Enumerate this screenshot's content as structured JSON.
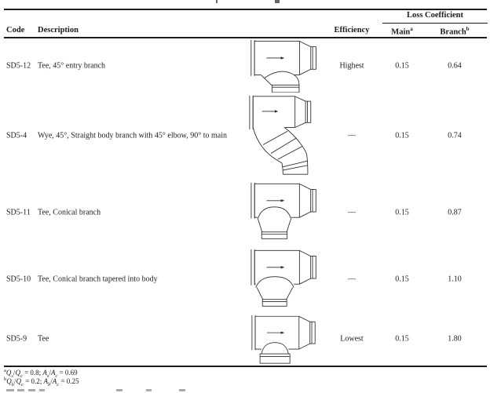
{
  "table": {
    "header": {
      "code": "Code",
      "description": "Description",
      "efficiency": "Efficiency",
      "loss_coefficient_group": "Loss Coefficient",
      "main": "Main",
      "main_footnote_marker": "a",
      "branch": "Branch",
      "branch_footnote_marker": "b"
    },
    "rows": [
      {
        "code": "SD5-12",
        "description": "Tee, 45° entry branch",
        "diagram": "tee-45-entry-branch-fitting-drawing",
        "efficiency": "Highest",
        "main_loss_coefficient": "0.15",
        "branch_loss_coefficient": "0.64"
      },
      {
        "code": "SD5-4",
        "description": "Wye, 45°, Straight body branch with 45° elbow, 90° to main",
        "diagram": "wye-45-straight-body-branch-with-elbow-fitting-drawing",
        "efficiency": "—",
        "main_loss_coefficient": "0.15",
        "branch_loss_coefficient": "0.74"
      },
      {
        "code": "SD5-11",
        "description": "Tee, Conical branch",
        "diagram": "tee-conical-branch-fitting-drawing",
        "efficiency": "—",
        "main_loss_coefficient": "0.15",
        "branch_loss_coefficient": "0.87"
      },
      {
        "code": "SD5-10",
        "description": "Tee, Conical branch tapered into body",
        "diagram": "tee-conical-branch-tapered-into-body-fitting-drawing",
        "efficiency": "—",
        "main_loss_coefficient": "0.15",
        "branch_loss_coefficient": "1.10"
      },
      {
        "code": "SD5-9",
        "description": "Tee",
        "diagram": "tee-fitting-drawing",
        "efficiency": "Lowest",
        "main_loss_coefficient": "0.15",
        "branch_loss_coefficient": "1.80"
      }
    ],
    "footnotes": [
      {
        "marker": "a",
        "q1": "Q",
        "q1sub": "s",
        "slash1": "/",
        "q2": "Q",
        "q2sub": "c",
        "eq1": " = 0.8; ",
        "a1": "A",
        "a1sub": "s",
        "slash2": "/",
        "a2": "A",
        "a2sub": "c",
        "eq2": " = 0.69"
      },
      {
        "marker": "b",
        "q1": "Q",
        "q1sub": "b",
        "slash1": "/",
        "q2": "Q",
        "q2sub": "c",
        "eq1": " = 0.2; ",
        "a1": "A",
        "a1sub": "b",
        "slash2": "/",
        "a2": "A",
        "a2sub": "c",
        "eq2": " = 0.25"
      }
    ]
  }
}
